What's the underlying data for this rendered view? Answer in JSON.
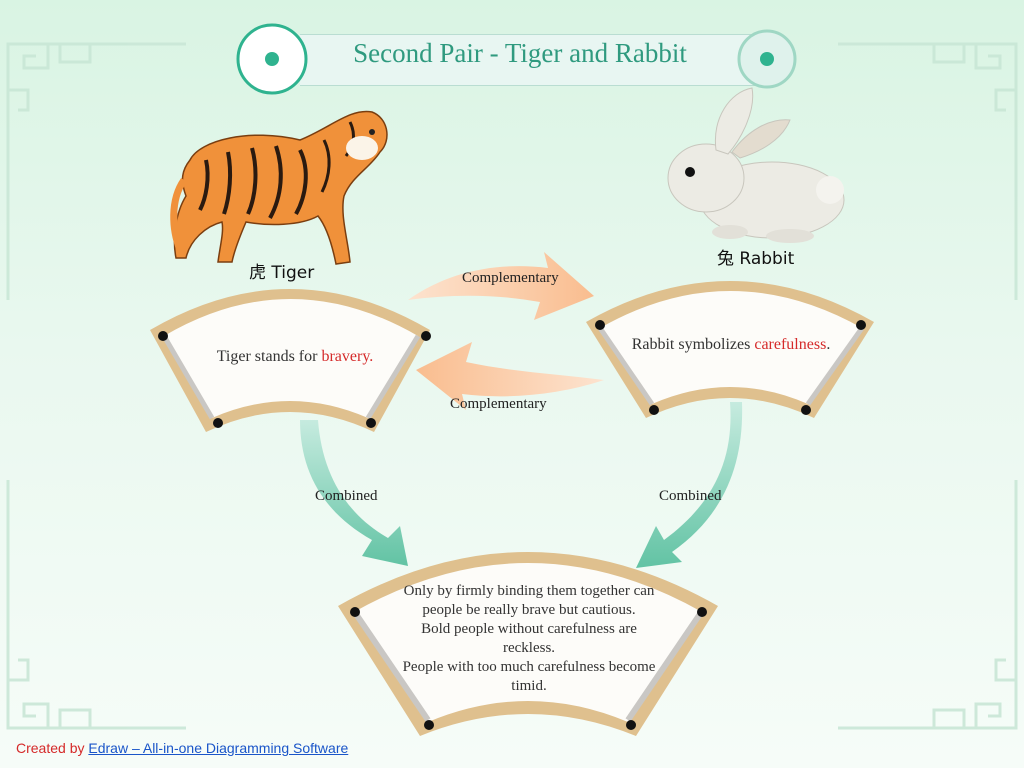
{
  "title": "Second Pair - Tiger and Rabbit",
  "tiger_label": "虎 Tiger",
  "rabbit_label": "兔 Rabbit",
  "tiger_text": {
    "prefix": "Tiger stands for ",
    "highlight": "bravery",
    "suffix": "."
  },
  "rabbit_text": {
    "prefix": "Rabbit symbolizes ",
    "highlight": "carefulness",
    "suffix": "."
  },
  "arrows": {
    "complementary_top": "Complementary",
    "complementary_bottom": "Complementary",
    "combined_left": "Combined",
    "combined_right": "Combined"
  },
  "conclusion_lines": [
    "Only by firmly binding them together can",
    "people be really brave but cautious.",
    "Bold people without carefulness are",
    "reckless.",
    "People with too much carefulness become",
    "timid."
  ],
  "footer": {
    "created_by": "Created by ",
    "link_text": "Edraw – All-in-one Diagramming Software"
  },
  "colors": {
    "accent": "#2f9a7f",
    "highlight": "#d52a2a",
    "fan_frame": "#dfc08e",
    "arrow_peach": "#fbc9a1",
    "arrow_teal": "#7ccfb3"
  }
}
